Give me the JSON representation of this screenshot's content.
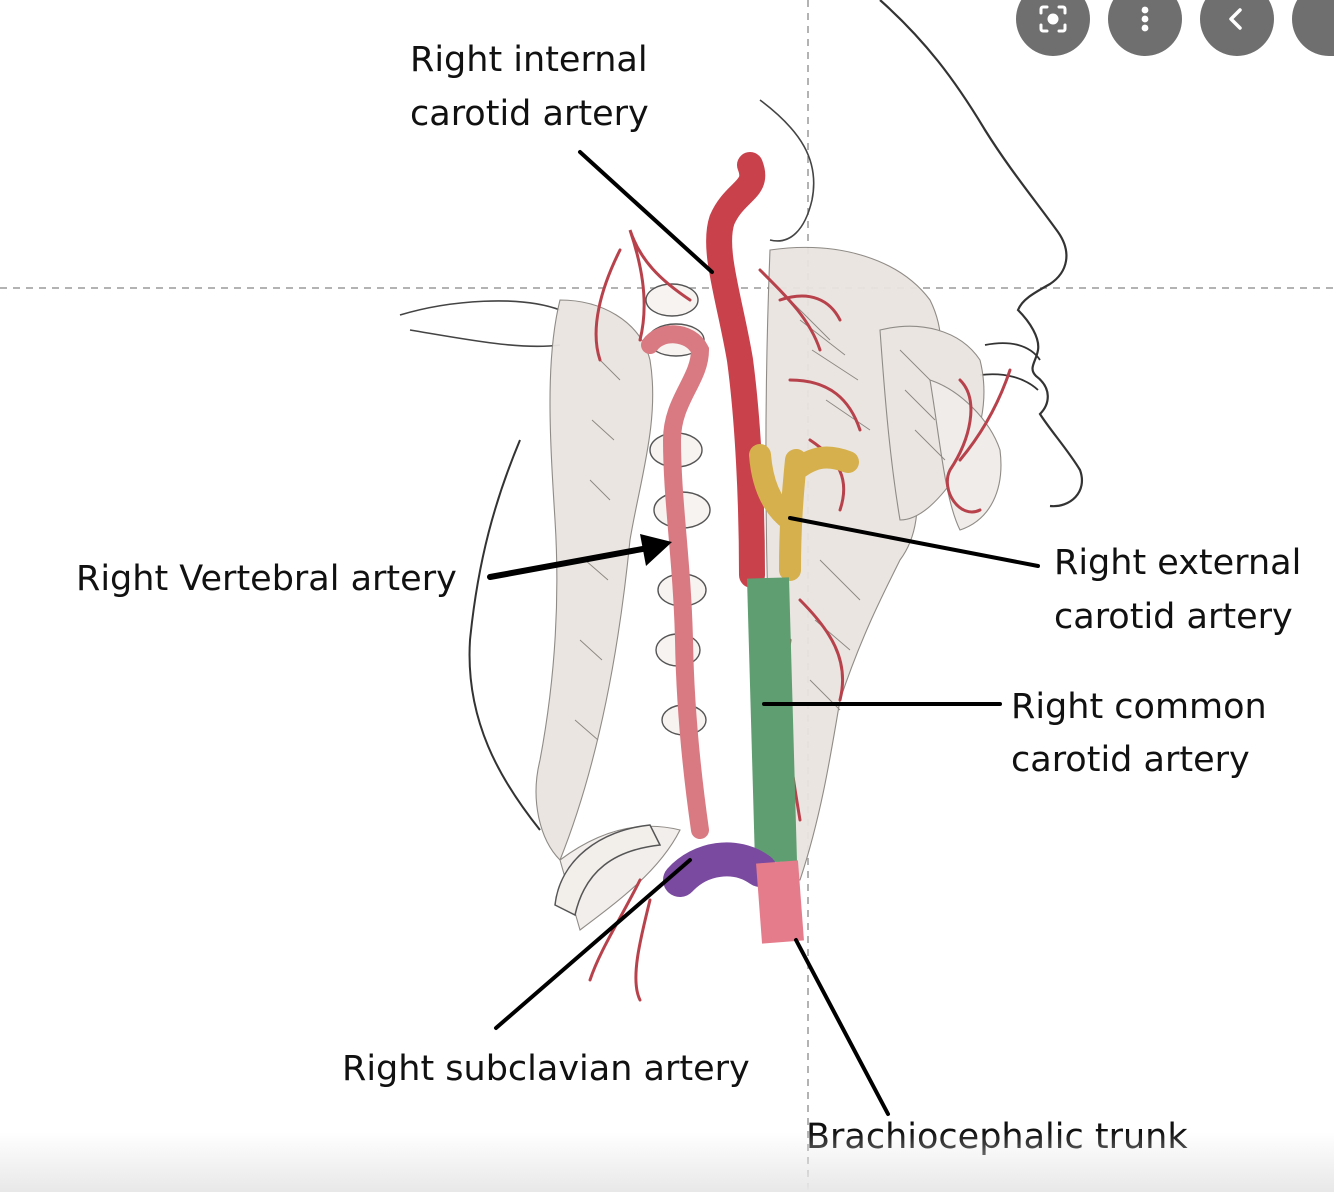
{
  "labels": {
    "internal_line1": "Right internal",
    "internal_line2": "carotid artery",
    "vertebral": "Right Vertebral artery",
    "external_line1": "Right external",
    "external_line2": "carotid artery",
    "common_line1": "Right common",
    "common_line2": "carotid artery",
    "subclavian": "Right subclavian artery",
    "brachiocephalic": "Brachiocephalic trunk"
  },
  "controls": [
    {
      "name": "lens-icon"
    },
    {
      "name": "more-vert-icon"
    },
    {
      "name": "back-chevron-icon"
    }
  ],
  "colors": {
    "internal_carotid": "#c8414b",
    "external_carotid": "#d6b04c",
    "common_carotid": "#5e9e70",
    "subclavian": "#7a4aa0",
    "brachiocephalic": "#e57c8c",
    "vertebral": "#d97a82",
    "control_bg": "#6f6f6f"
  }
}
